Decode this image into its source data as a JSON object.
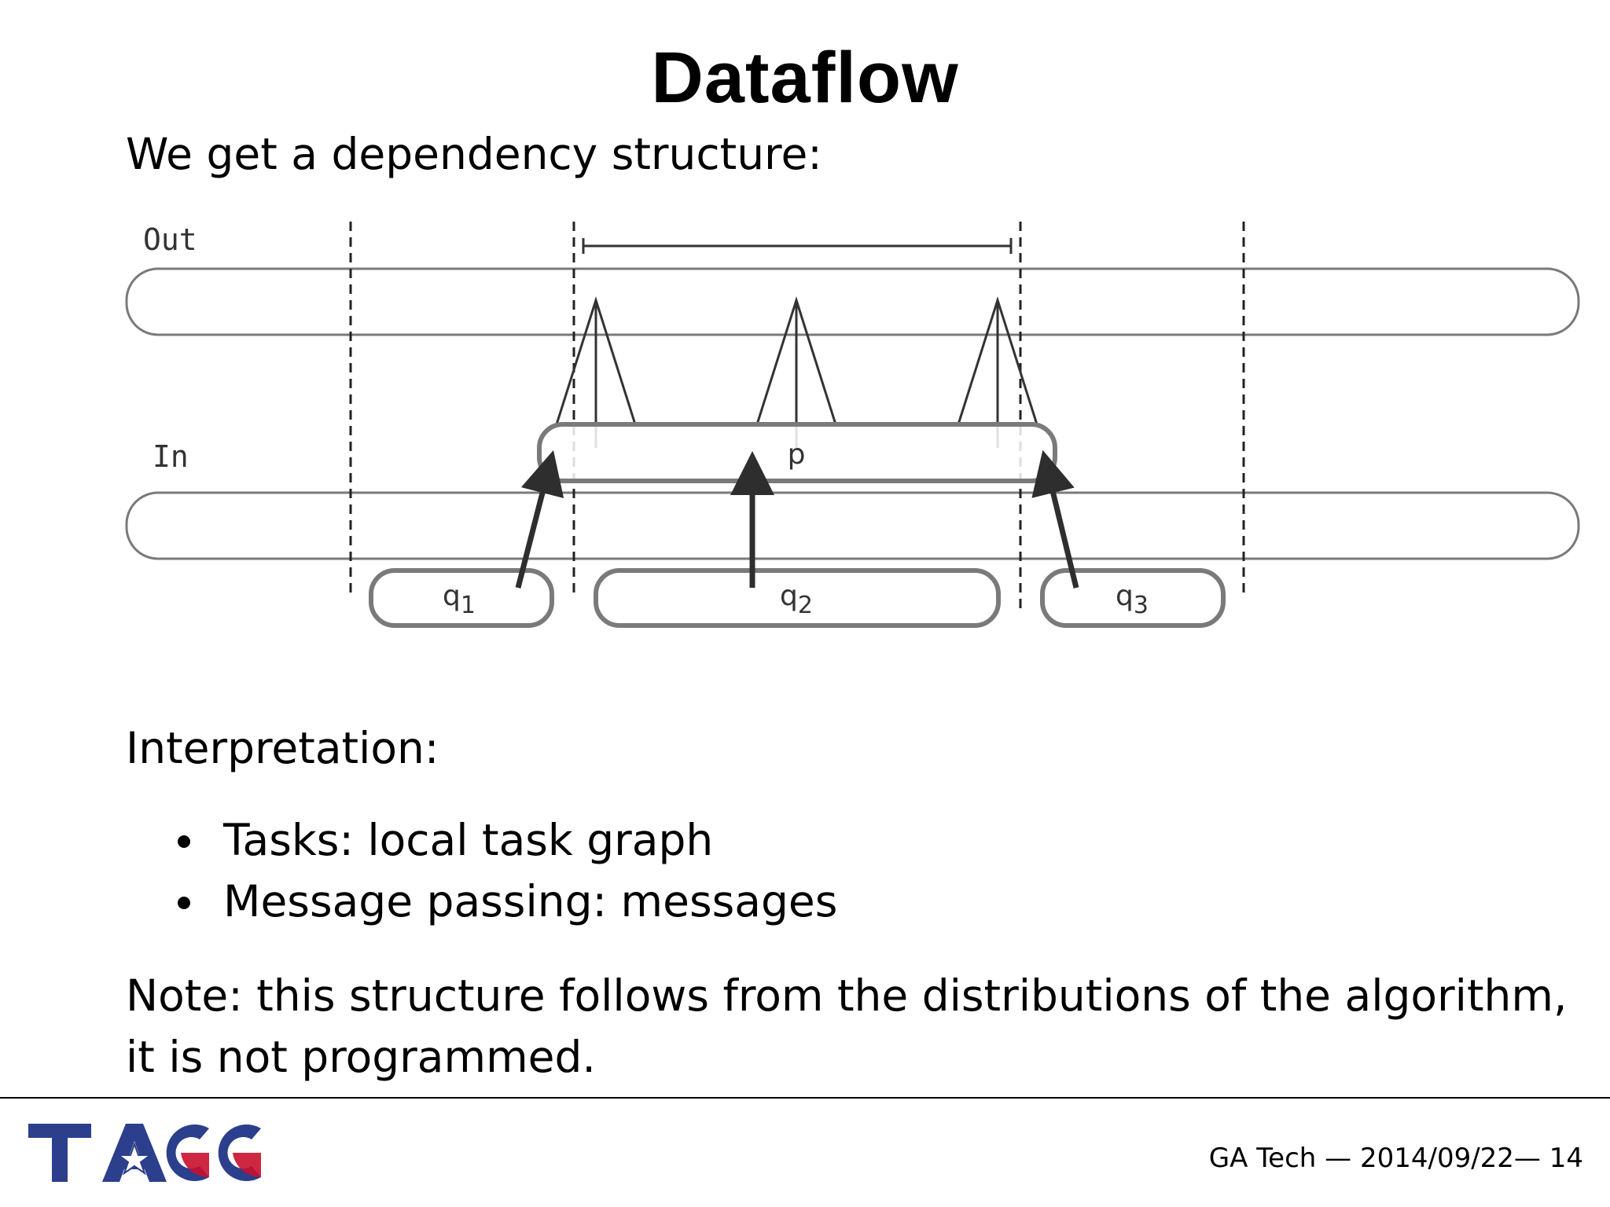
{
  "slide": {
    "title": "Dataflow",
    "intro": "We get a dependency structure:",
    "interpretation_heading": "Interpretation:",
    "bullets": [
      "Tasks: local task graph",
      "Message passing: messages"
    ],
    "note": "Note: this structure follows from the distributions of the algorithm, it is not programmed."
  },
  "diagram": {
    "out_label": "Out",
    "in_label": "In",
    "p_label": "p",
    "q_boxes": [
      {
        "name": "q",
        "subscript": "1"
      },
      {
        "name": "q",
        "subscript": "2"
      },
      {
        "name": "q",
        "subscript": "3"
      }
    ]
  },
  "footer": {
    "logo_text": "TACC",
    "text": "GA Tech — 2014/09/22— 14"
  },
  "colors": {
    "box_stroke": "#7a7a7a",
    "arrow": "#2e2e2e",
    "logo_blue": "#2b3f8c",
    "logo_red": "#c8102e"
  }
}
